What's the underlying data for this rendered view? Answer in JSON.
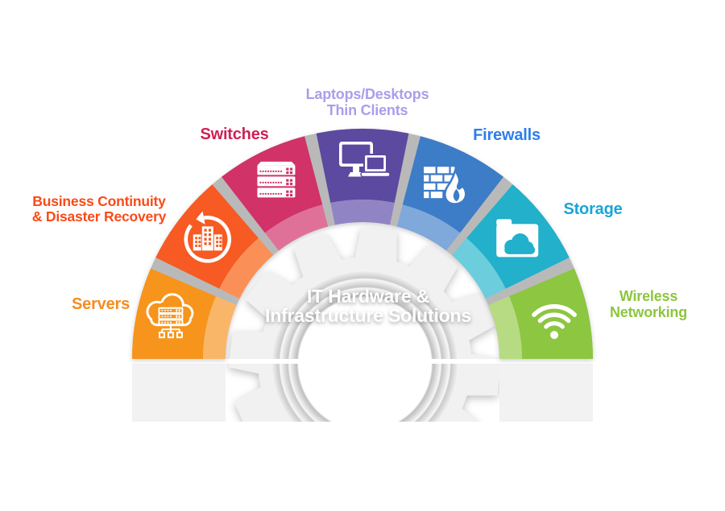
{
  "title": {
    "line1": "IT Hardware &",
    "line2": "Infrastructure Solutions"
  },
  "segments": [
    {
      "id": "servers",
      "label": "Servers",
      "segment_color": "#F7941E",
      "band_color": "#FAB668",
      "label_color": "#F68C1E",
      "icon": "servers-cloud-icon"
    },
    {
      "id": "business-continuity",
      "label": "Business Continuity\n& Disaster Recovery",
      "segment_color": "#F75A22",
      "band_color": "#FA9058",
      "label_color": "#FB4A17",
      "icon": "continuity-buildings-icon"
    },
    {
      "id": "switches",
      "label": "Switches",
      "segment_color": "#D13168",
      "band_color": "#DF7198",
      "label_color": "#CD2155",
      "icon": "switches-stack-icon"
    },
    {
      "id": "laptops-desktops",
      "label": "Laptops/Desktops\nThin Clients",
      "segment_color": "#5C4AA0",
      "band_color": "#9184C4",
      "label_color": "#A99EEA",
      "icon": "desktop-laptop-icon"
    },
    {
      "id": "firewalls",
      "label": "Firewalls",
      "segment_color": "#3E7CC7",
      "band_color": "#7FA8DB",
      "label_color": "#2D7EEB",
      "icon": "firewall-flame-icon"
    },
    {
      "id": "storage",
      "label": "Storage",
      "segment_color": "#20B0CB",
      "band_color": "#6CCDDC",
      "label_color": "#1AA5D6",
      "icon": "storage-folder-icon"
    },
    {
      "id": "wireless-networking",
      "label": "Wireless\nNetworking",
      "segment_color": "#8DC63F",
      "band_color": "#B7DB82",
      "label_color": "#8CC63E",
      "icon": "wifi-icon"
    }
  ],
  "colors": {
    "separator": "#B9B9B9",
    "pedestal": "#F2F2F2",
    "gear": "#F1F1F1",
    "icon": "#FFFFFF",
    "background": "#FFFFFF"
  }
}
